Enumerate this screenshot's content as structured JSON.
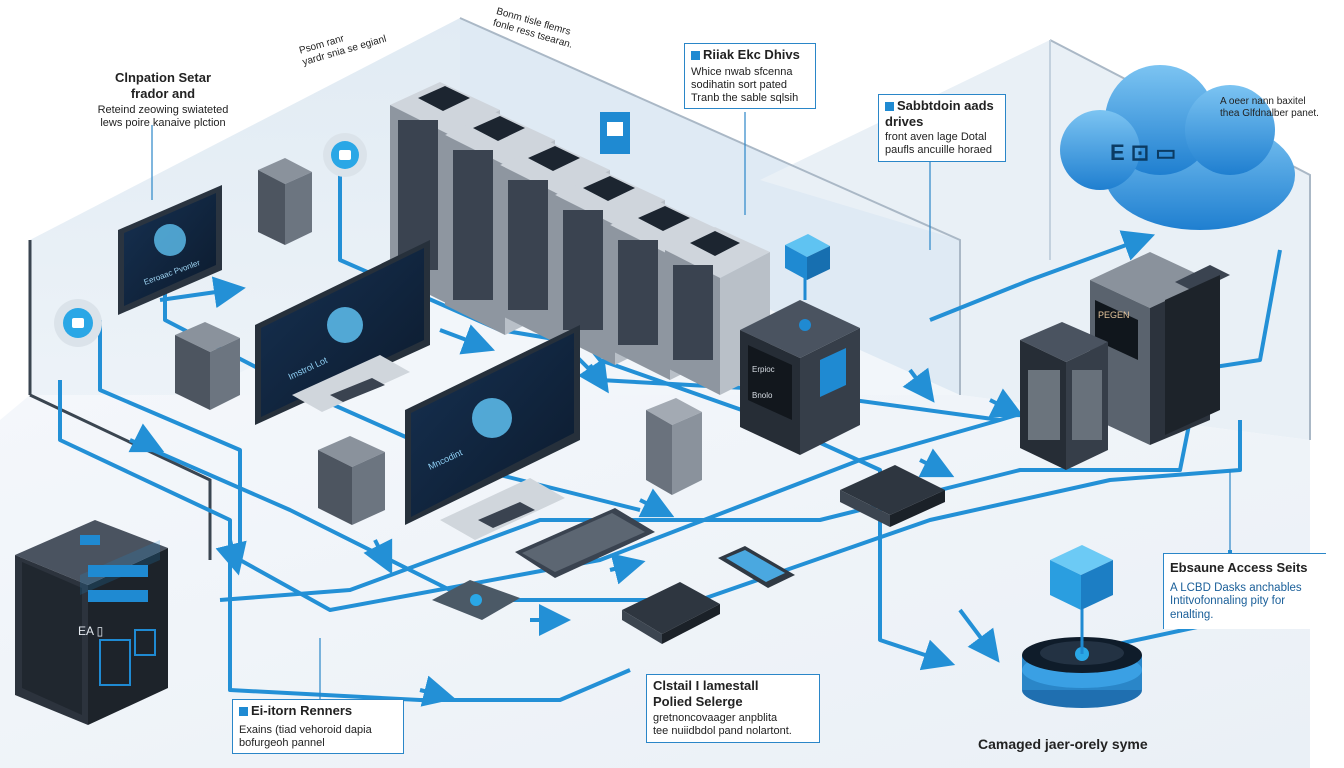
{
  "annotations": {
    "top_left": {
      "title": "Clnpation Setar\nfrador and",
      "body": "Reteind zeowing swiateted\nlews poire kanaive plction"
    },
    "top_center_rotated_a": "Psom ranr\nyardr snia se egianl",
    "top_center_rotated_b": "Bonm tisle flemrs\nfonle ress tsearan.",
    "drives_box": {
      "title": "Riiak Ekc Dhivs",
      "body": "Whice nwab sfcenna\nsodihatin sort pated\nTranb the sable sqlsih"
    },
    "subdrives_box": {
      "title": "Sabbtdoin aads\ndrives",
      "body": "front aven lage Dotal\npaufls ancuille horaed"
    },
    "cloud_note": "A oeer nann baxitel\nthea Glfdnalber panet.",
    "access_box": {
      "title": "Ebsaune Access Seits",
      "body": "A LCBD Dasks anchables\nIntitvofonnaling pity for\nenalting."
    },
    "renners_box": {
      "title": "Ei-itorn Renners",
      "body": "Exains (tiad vehoroid dapia\nbofurgeoh pannel"
    },
    "hamestall_box": {
      "title": "Clstail I lamestall\nPolied Selerge",
      "body": "gretnoncovaager anpblita\ntee nuiidbdol pand nolartont."
    },
    "bottom_right_caption": "Camaged jaer-orely syme"
  },
  "device_labels": {
    "cabinet_screen": "Erpioc",
    "cabinet_sub": "Bnolo",
    "tower_screen": "PEGEN",
    "monitor_small": "Eeroaac Pvonler",
    "monitor_left_text": "Imstrol Lot",
    "monitor_right_text": "Mncodint",
    "gadget_left_text": "EA ▯",
    "cloud_glyphs": "E ⊡ ▭"
  },
  "colors": {
    "accent": "#1f8ad2",
    "flow_line": "#2390d6",
    "cloud": "#3aa0e4",
    "dark_device": "#2c333d",
    "server_grey": "#9ea6b0",
    "wall": "#dfe9f2"
  },
  "icons": [
    "shield-icon",
    "lock-icon",
    "cloud-icon",
    "server-icon",
    "monitor-icon",
    "keyboard-icon",
    "phone-icon",
    "switch-icon",
    "database-icon"
  ]
}
